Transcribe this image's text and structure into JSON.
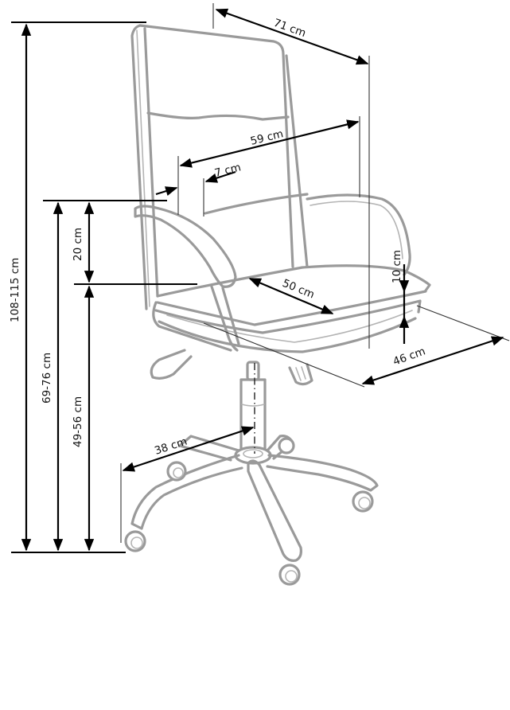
{
  "diagram": {
    "subject": "Office swivel chair with armrests",
    "colors": {
      "outline": "#9a9a9a",
      "dimension_lines": "#000000",
      "background": "#ffffff"
    },
    "dimensions": {
      "total_height": "108-115 cm",
      "armrest_height": "69-76 cm",
      "seat_height": "49-56 cm",
      "armrest_to_seat": "20 cm",
      "total_width": "71 cm",
      "inner_width": "59 cm",
      "armrest_width": "7 cm",
      "seat_depth": "50 cm",
      "seat_width": "46 cm",
      "seat_thickness": "10 cm",
      "base_radius": "38 cm"
    }
  }
}
